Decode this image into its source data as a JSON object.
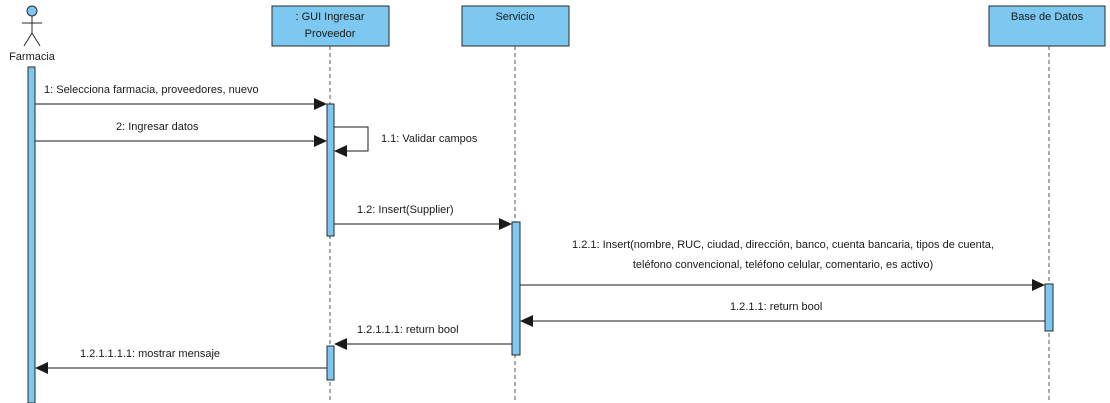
{
  "participants": {
    "actor": {
      "label": "Farmacia"
    },
    "gui": {
      "label_line1": ": GUI Ingresar",
      "label_line2": "Proveedor"
    },
    "servicio": {
      "label": "Servicio"
    },
    "bd": {
      "label": "Base de Datos"
    }
  },
  "messages": {
    "m1": "1: Selecciona farmacia, proveedores, nuevo",
    "m2": "2: Ingresar datos",
    "m11": "1.1: Validar campos",
    "m12": "1.2: Insert(Supplier)",
    "m121_line1": "1.2.1: Insert(nombre, RUC, ciudad, dirección, banco, cuenta bancaria, tipos de cuenta,",
    "m121_line2": "teléfono convencional, teléfono celular, comentario, es activo)",
    "m1211": "1.2.1.1: return bool",
    "m12111": "1.2.1.1.1: return bool",
    "m121111": "1.2.1.1.1.1: mostrar mensaje"
  },
  "colors": {
    "lifeline_box": "#7cc8f0",
    "stroke": "#2a2a2a"
  }
}
